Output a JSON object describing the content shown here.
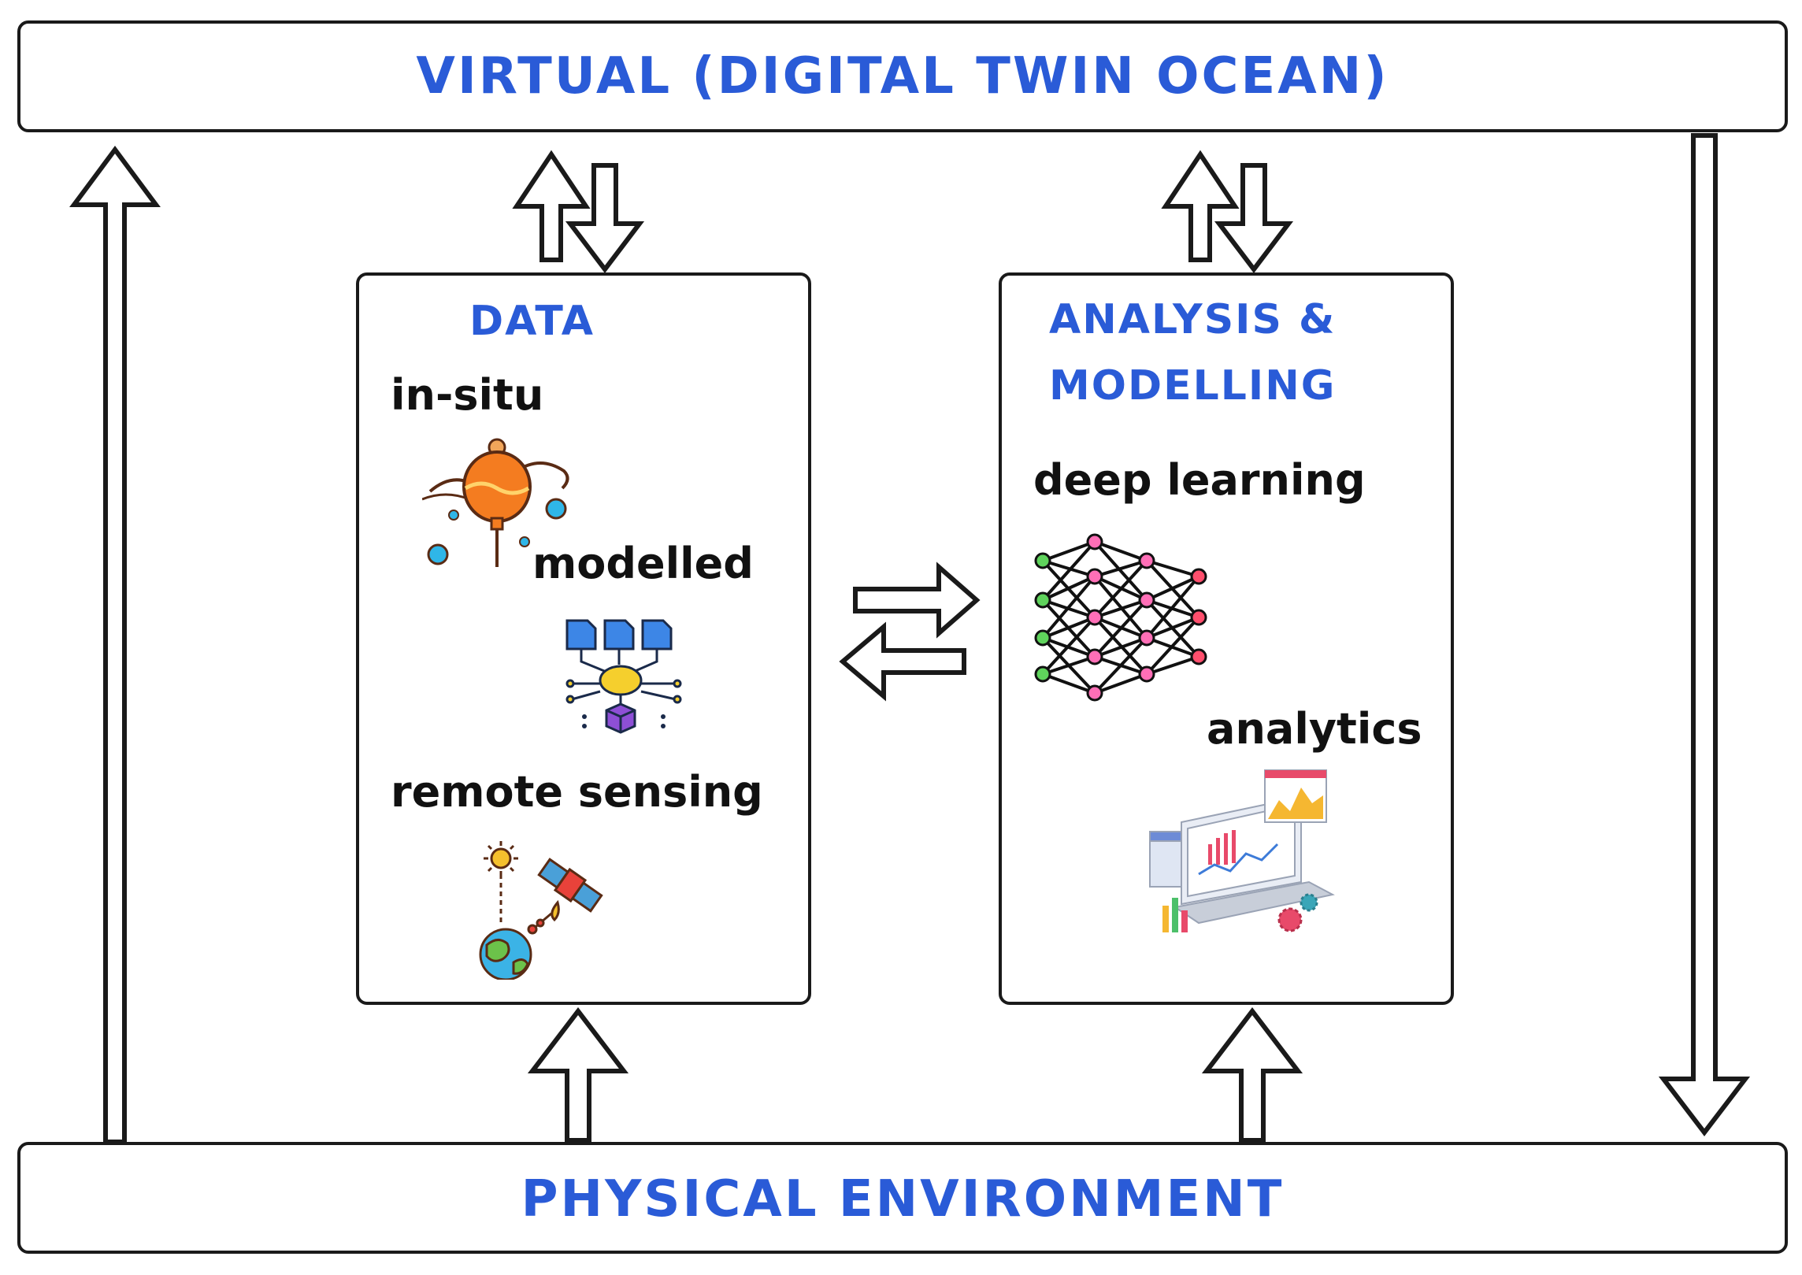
{
  "top_banner": {
    "text": "VIRTUAL (DIGITAL TWIN OCEAN)"
  },
  "bottom_banner": {
    "text": "PHYSICAL ENVIRONMENT"
  },
  "data_box": {
    "title": "DATA",
    "items": [
      "in-situ",
      "modelled",
      "remote sensing"
    ],
    "icons": [
      "buoy-icon",
      "data-model-icon",
      "satellite-icon"
    ]
  },
  "analysis_box": {
    "title_line1": "ANALYSIS &",
    "title_line2": "MODELLING",
    "items": [
      "deep learning",
      "analytics"
    ],
    "icons": [
      "neural-network-icon",
      "analytics-laptop-icon"
    ]
  },
  "colors": {
    "accent": "#2a5bd7",
    "stroke": "#1a1a1a"
  }
}
